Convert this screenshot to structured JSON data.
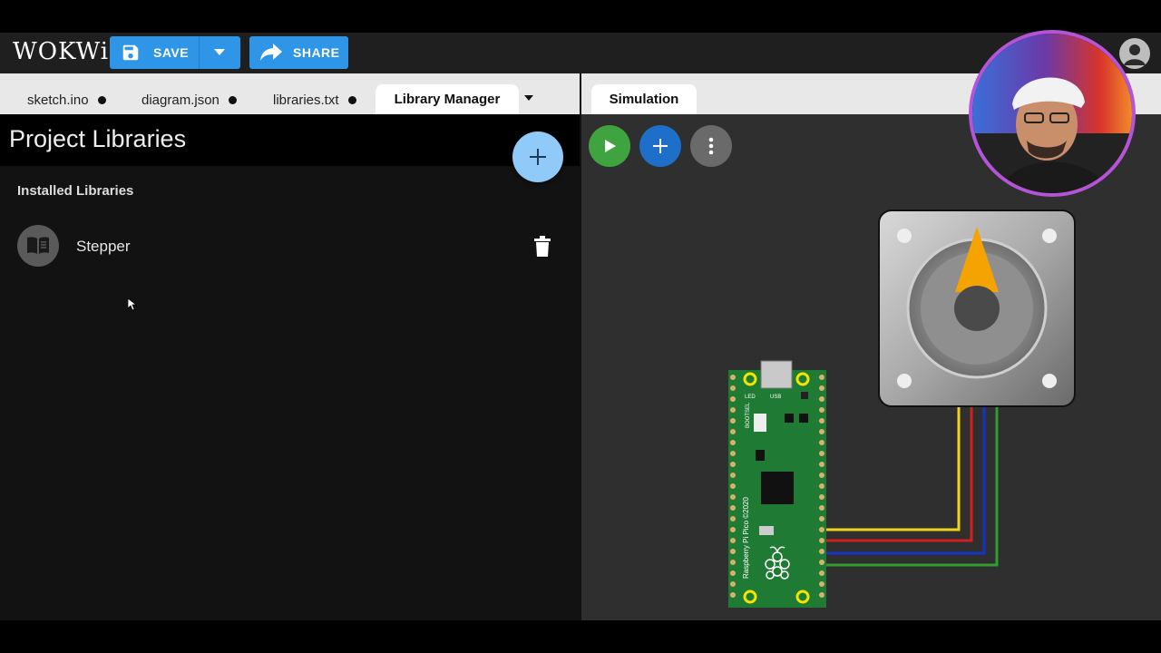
{
  "app": {
    "logo": "WOKWi",
    "save_label": "SAVE",
    "share_label": "SHARE"
  },
  "editor_tabs": [
    {
      "label": "sketch.ino",
      "unsaved": true
    },
    {
      "label": "diagram.json",
      "unsaved": true
    },
    {
      "label": "libraries.txt",
      "unsaved": true
    },
    {
      "label": "Library Manager",
      "active": true
    }
  ],
  "simulation_tab": {
    "label": "Simulation"
  },
  "library_manager": {
    "title": "Project Libraries",
    "section_label": "Installed Libraries",
    "libraries": [
      {
        "name": "Stepper",
        "icon": "book-icon"
      }
    ]
  },
  "simulation": {
    "board": "Raspberry Pi Pico",
    "board_silk": "Raspberry Pi Pico ©2020",
    "board_labels": {
      "led": "LED",
      "usb": "USB",
      "bootsel": "BOOTSEL"
    },
    "wire_colors": [
      "#f2d21b",
      "#d01f1f",
      "#1633c9",
      "#2f9e2f"
    ],
    "motor_pointer_color": "#f4a300"
  },
  "colors": {
    "accent": "#2f95e7",
    "fab": "#90caf9",
    "play": "#3fa43f",
    "webcam_ring": "#b455d8"
  }
}
